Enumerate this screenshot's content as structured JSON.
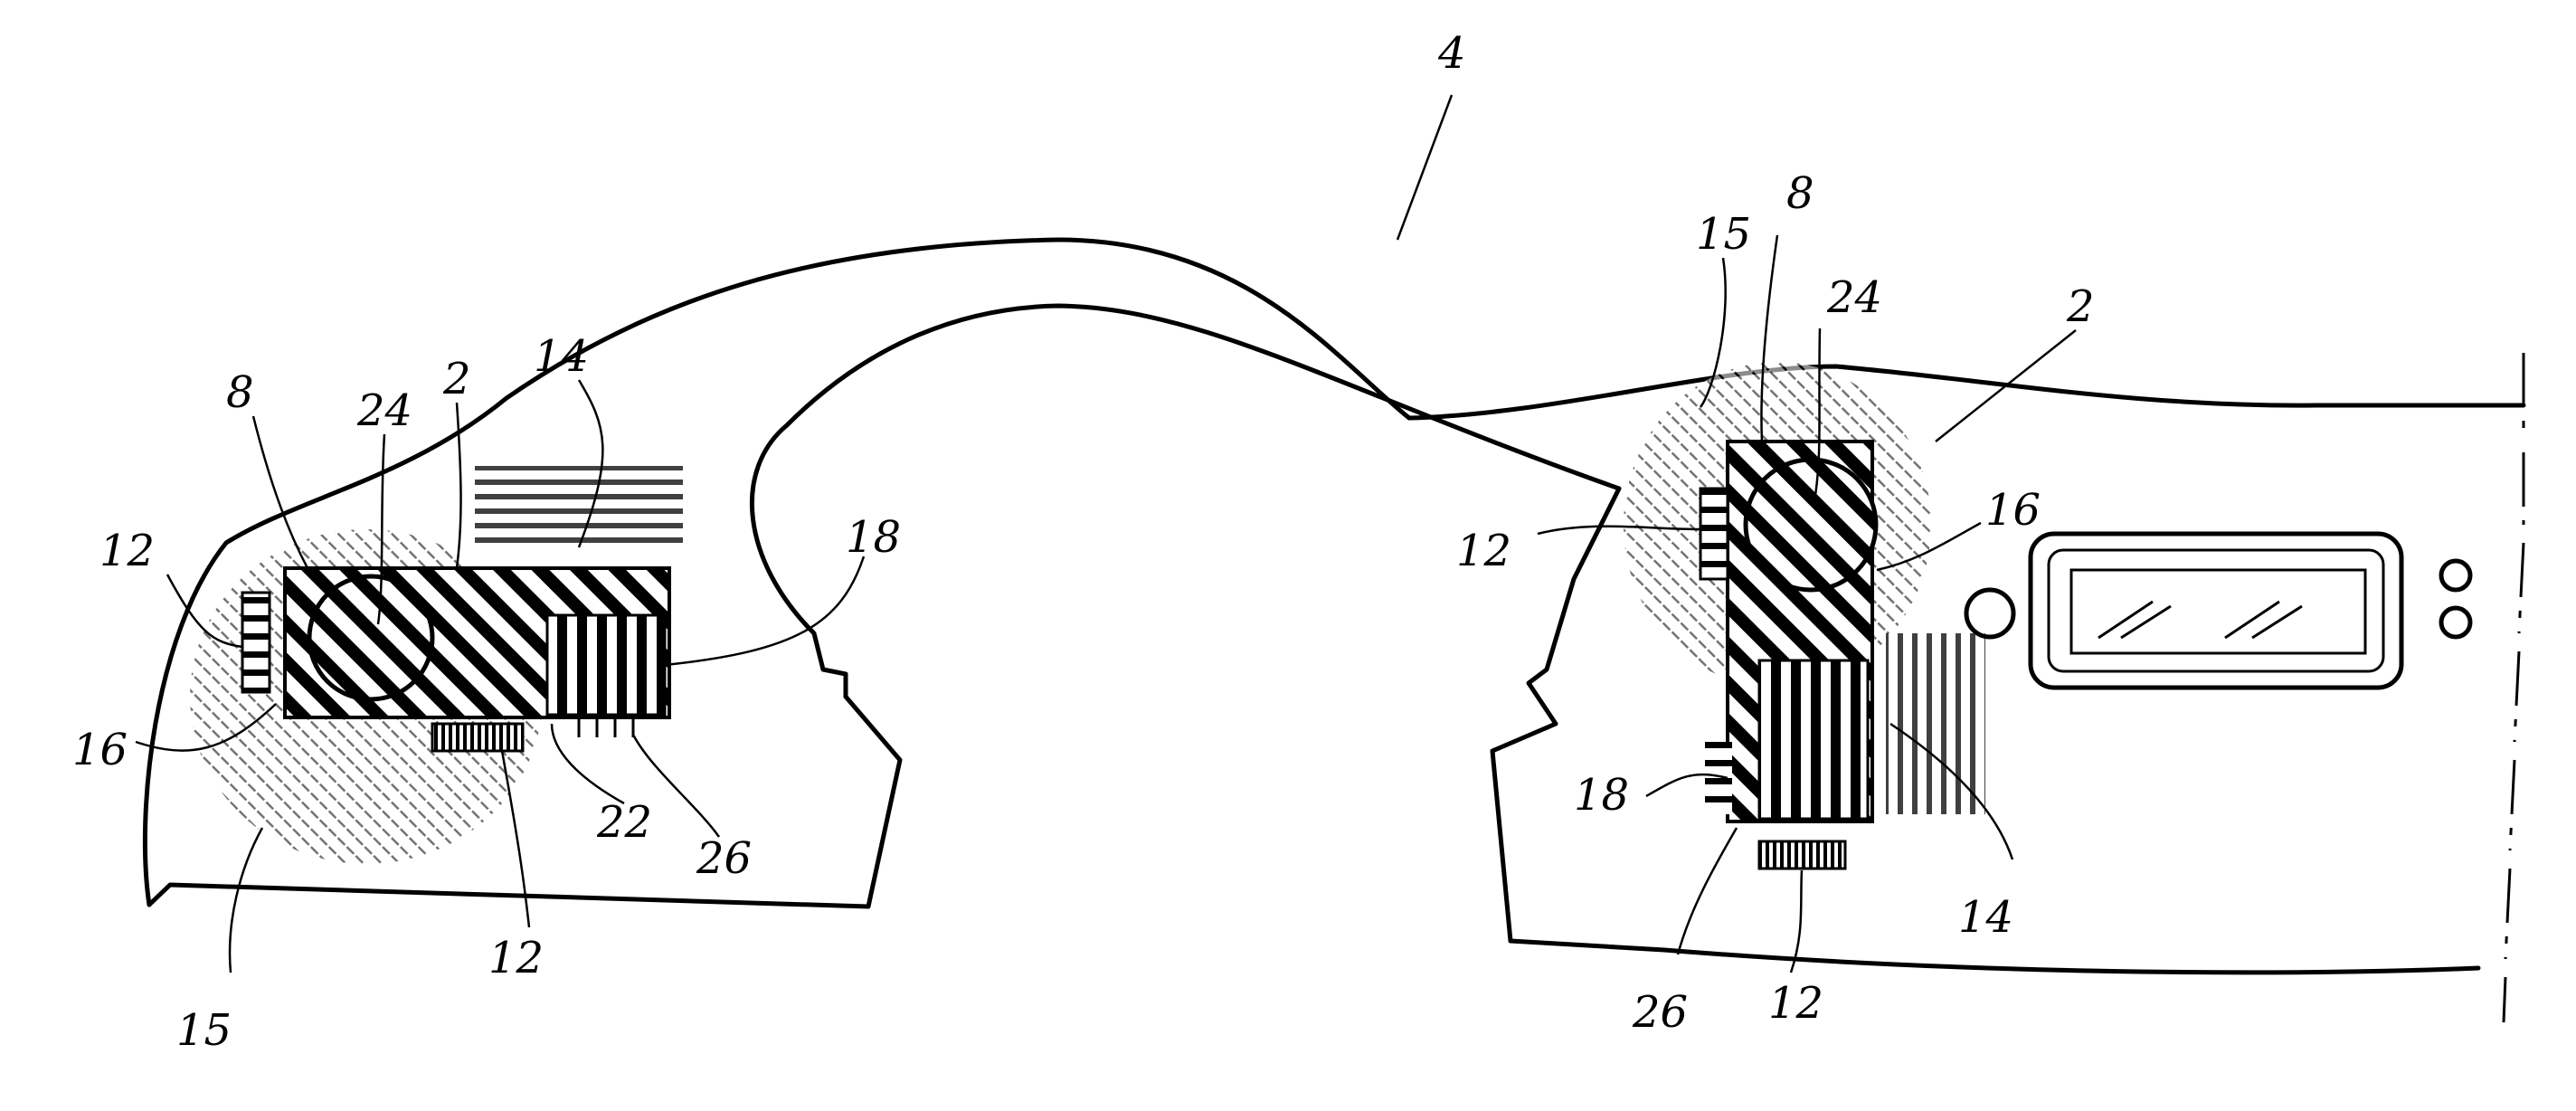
{
  "figure": {
    "labels": {
      "l4": "4",
      "l2a": "2",
      "l8a": "8",
      "l24a": "24",
      "l14a": "14",
      "l12a": "12",
      "l18a": "18",
      "l16a": "16",
      "l22a": "22",
      "l26a": "26",
      "l12b": "12",
      "l15a": "15",
      "l8b": "8",
      "l15b": "15",
      "l24b": "24",
      "l2b": "2",
      "l16b": "16",
      "l12c": "12",
      "l18b": "18",
      "l14b": "14",
      "l26b": "26",
      "l12d": "12"
    }
  },
  "colors": {
    "ink": "#000000",
    "paper": "#ffffff"
  }
}
